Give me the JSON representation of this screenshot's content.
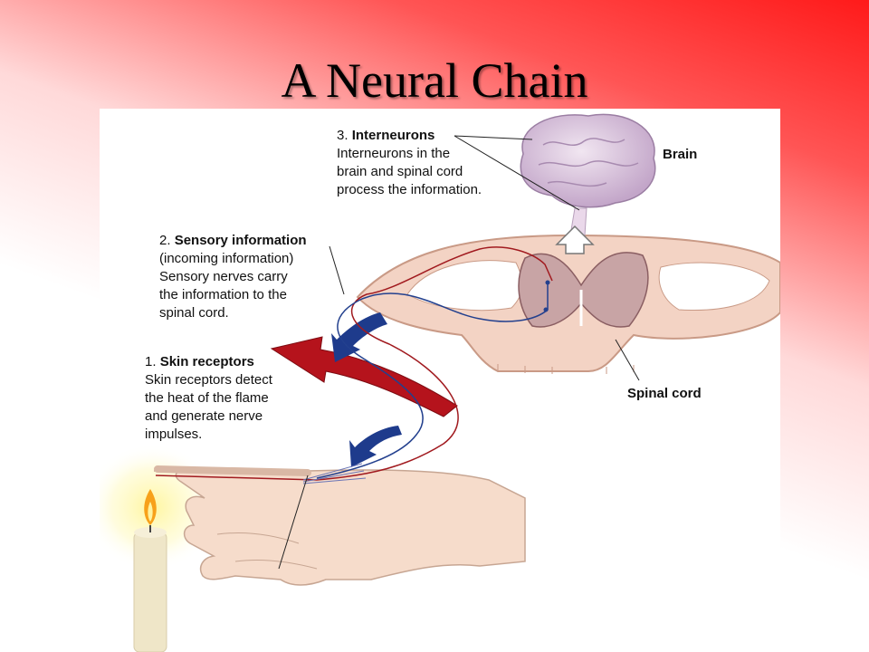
{
  "slide": {
    "title": "A Neural Chain"
  },
  "labels": {
    "interneurons": {
      "number": "3.",
      "heading": "Interneurons",
      "lines": [
        "Interneurons in the",
        "brain and spinal cord",
        "process the information."
      ]
    },
    "sensory": {
      "number": "2.",
      "heading": "Sensory information",
      "lines": [
        "(incoming information)",
        "Sensory nerves carry",
        "the information to the",
        "spinal cord."
      ]
    },
    "skin": {
      "number": "1.",
      "heading": "Skin receptors",
      "lines": [
        "Skin receptors detect",
        "the heat of the flame",
        "and generate nerve",
        "impulses."
      ]
    },
    "brain": "Brain",
    "spinal_cord": "Spinal cord"
  }
}
